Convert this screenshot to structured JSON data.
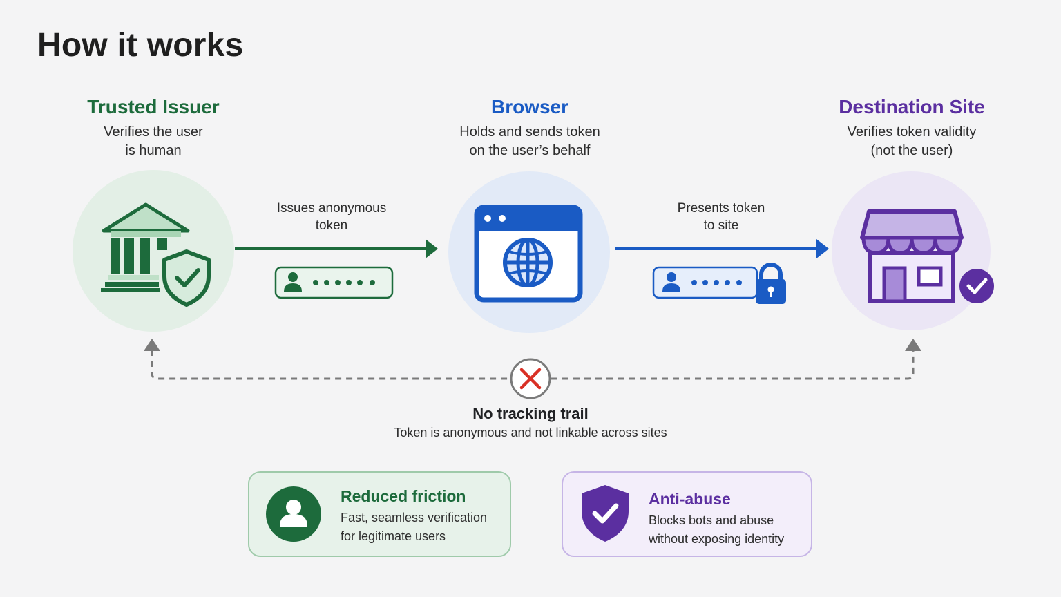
{
  "page": {
    "title": "How it works"
  },
  "colors": {
    "green": "#1d6b3c",
    "blue": "#1a5bc4",
    "purple": "#5b2fa0",
    "gray": "#7a7a7a",
    "red": "#d93025"
  },
  "nodes": {
    "issuer": {
      "title": "Trusted Issuer",
      "subtitle_line1": "Verifies the user",
      "subtitle_line2": "is human",
      "icon": "bank-shield-icon"
    },
    "browser": {
      "title": "Browser",
      "subtitle_line1": "Holds and sends token",
      "subtitle_line2": "on the user’s behalf",
      "icon": "browser-globe-icon"
    },
    "destination": {
      "title": "Destination Site",
      "subtitle_line1": "Verifies token validity",
      "subtitle_line2": "(not the user)",
      "icon": "storefront-check-icon"
    }
  },
  "edges": {
    "issue": {
      "label_line1": "Issues anonymous",
      "label_line2": "token",
      "icon": "token-card-icon"
    },
    "present": {
      "label_line1": "Presents token",
      "label_line2": "to site",
      "icon": "locked-token-icon"
    }
  },
  "trail": {
    "title": "No tracking trail",
    "subtitle": "Token is anonymous and not linkable across sites",
    "icon": "red-x-icon"
  },
  "benefits": [
    {
      "title": "Reduced friction",
      "line1": "Fast, seamless verification",
      "line2": "for legitimate users",
      "icon": "user-circle-icon"
    },
    {
      "title": "Anti-abuse",
      "line1": "Blocks bots and abuse",
      "line2": "without exposing identity",
      "icon": "shield-check-icon"
    }
  ]
}
